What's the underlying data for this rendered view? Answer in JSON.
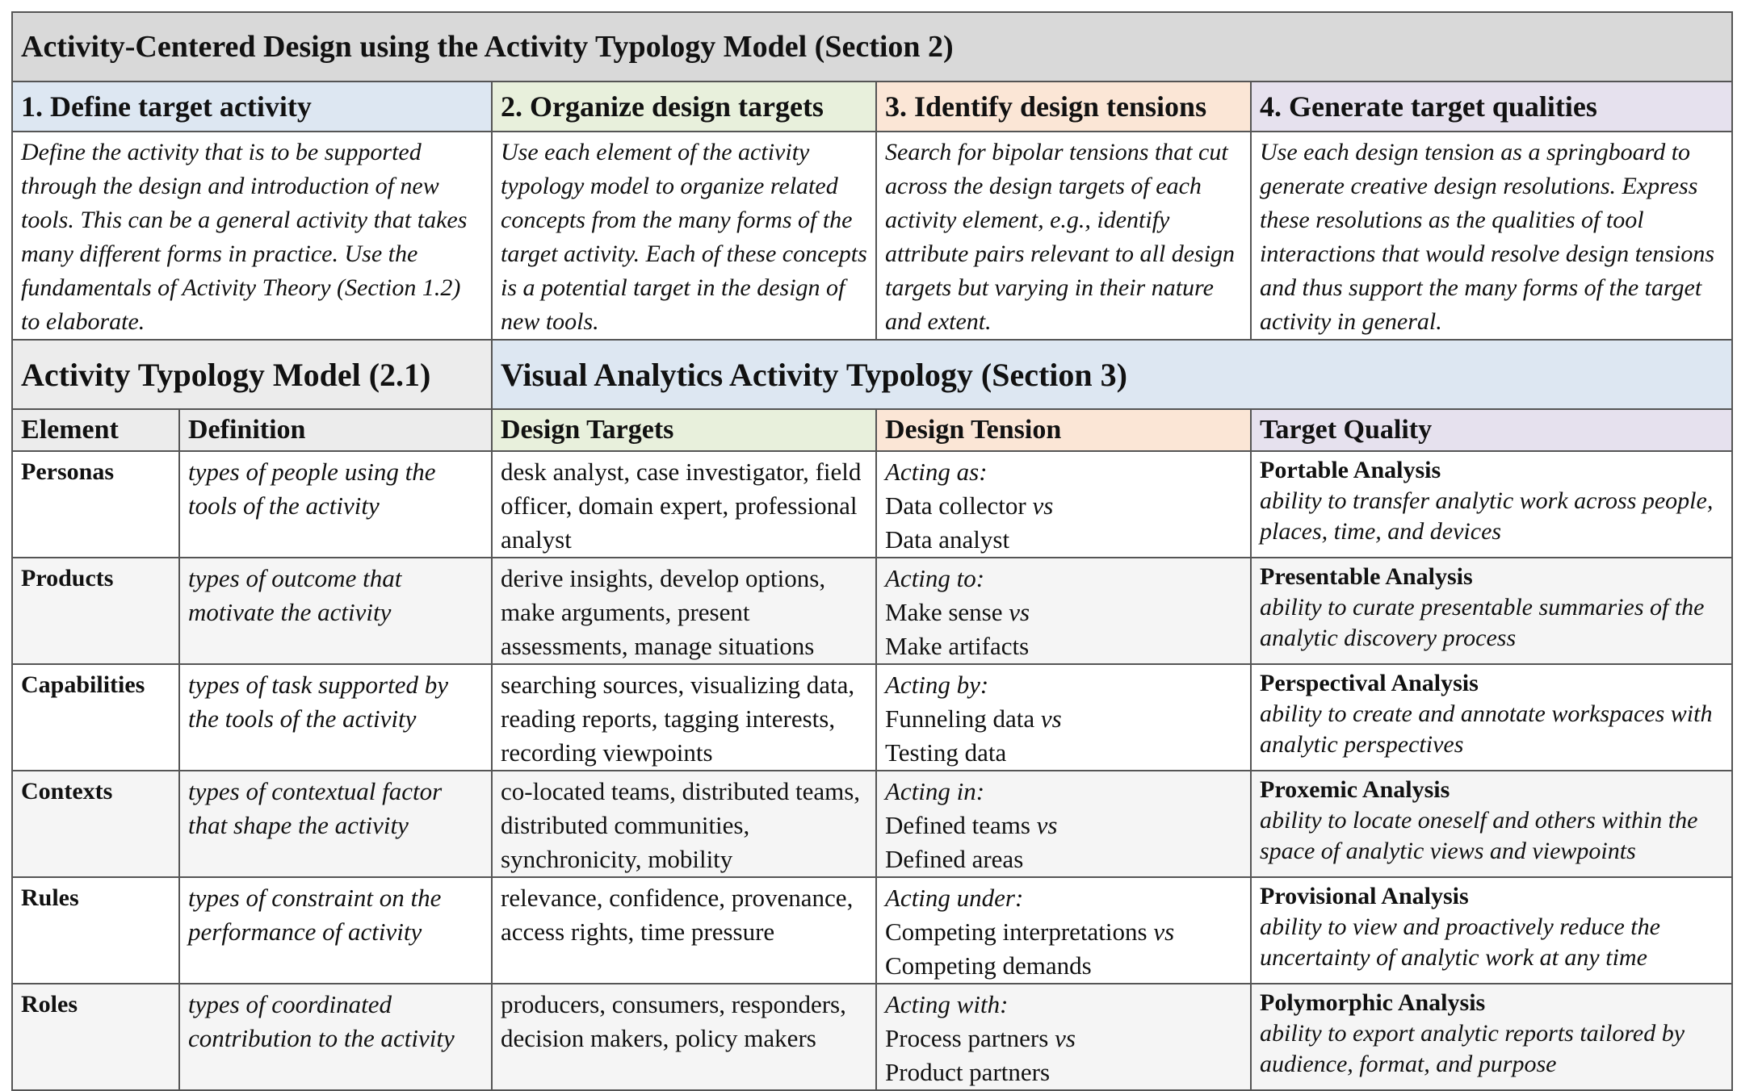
{
  "title": "Activity-Centered Design using the Activity Typology Model (Section 2)",
  "steps": [
    {
      "heading": "1. Define target activity",
      "text": "Define the activity that is to be supported through the design and introduction of new tools. This can be a general activity that takes many different forms in practice. Use the fundamentals of Activity Theory (Section 1.2) to elaborate."
    },
    {
      "heading": "2. Organize design targets",
      "text": "Use each element of the activity typology model to organize related concepts from the many forms of the target activity. Each of these concepts is a potential target in the design of new tools."
    },
    {
      "heading": "3. Identify design tensions",
      "text": "Search for bipolar tensions that cut across the design targets of each activity element, e.g., identify attribute pairs relevant to all design targets but varying in their nature and extent."
    },
    {
      "heading": "4. Generate target qualities",
      "text": "Use each design tension as a springboard to generate creative design resolutions. Express these resolutions as the qualities of tool interactions that would resolve design tensions and thus support the many forms of the target activity in general."
    }
  ],
  "sections": {
    "model": "Activity Typology Model (2.1)",
    "typology": "Visual Analytics Activity Typology (Section 3)"
  },
  "columns": {
    "element": "Element",
    "definition": "Definition",
    "targets": "Design Targets",
    "tension": "Design Tension",
    "quality": "Target Quality"
  },
  "vs_word": "vs",
  "rows": [
    {
      "element": "Personas",
      "definition": "types of people using the tools of the activity",
      "targets": "desk analyst, case investigator, field officer, domain expert, professional analyst",
      "tension_label": "Acting as:",
      "tension_a": "Data collector",
      "tension_b": "Data analyst",
      "quality_name": "Portable Analysis",
      "quality_desc": "ability to transfer analytic work across people, places, time, and devices"
    },
    {
      "element": "Products",
      "definition": "types of outcome that motivate the activity",
      "targets": "derive insights, develop options, make arguments, present assessments, manage situations",
      "tension_label": "Acting to:",
      "tension_a": "Make sense",
      "tension_b": "Make artifacts",
      "quality_name": "Presentable Analysis",
      "quality_desc": "ability to curate presentable summaries of the analytic discovery process"
    },
    {
      "element": "Capabilities",
      "definition": "types of task supported by the tools of the activity",
      "targets": "searching sources, visualizing data, reading reports, tagging interests, recording viewpoints",
      "tension_label": "Acting by:",
      "tension_a": "Funneling data",
      "tension_b": "Testing data",
      "quality_name": "Perspectival Analysis",
      "quality_desc": "ability to create and annotate workspaces with analytic perspectives"
    },
    {
      "element": "Contexts",
      "definition": "types of contextual factor that shape the activity",
      "targets": "co-located teams, distributed teams, distributed communities, synchronicity, mobility",
      "tension_label": "Acting in:",
      "tension_a": "Defined teams",
      "tension_b": "Defined areas",
      "quality_name": "Proxemic Analysis",
      "quality_desc": "ability to locate oneself and others within the space of analytic views and viewpoints"
    },
    {
      "element": "Rules",
      "definition": "types of constraint on the performance of activity",
      "targets": "relevance, confidence, provenance, access rights, time pressure",
      "tension_label": "Acting under:",
      "tension_a": "Competing interpretations",
      "tension_b": "Competing demands",
      "quality_name": "Provisional Analysis",
      "quality_desc": "ability to view and proactively reduce the uncertainty of analytic work at any time"
    },
    {
      "element": "Roles",
      "definition": "types of coordinated contribution to the activity",
      "targets": "producers, consumers, responders, decision makers, policy makers",
      "tension_label": "Acting with:",
      "tension_a": "Process partners",
      "tension_b": "Product partners",
      "quality_name": "Polymorphic Analysis",
      "quality_desc": "ability to export analytic reports tailored by audience, format, and purpose"
    }
  ]
}
